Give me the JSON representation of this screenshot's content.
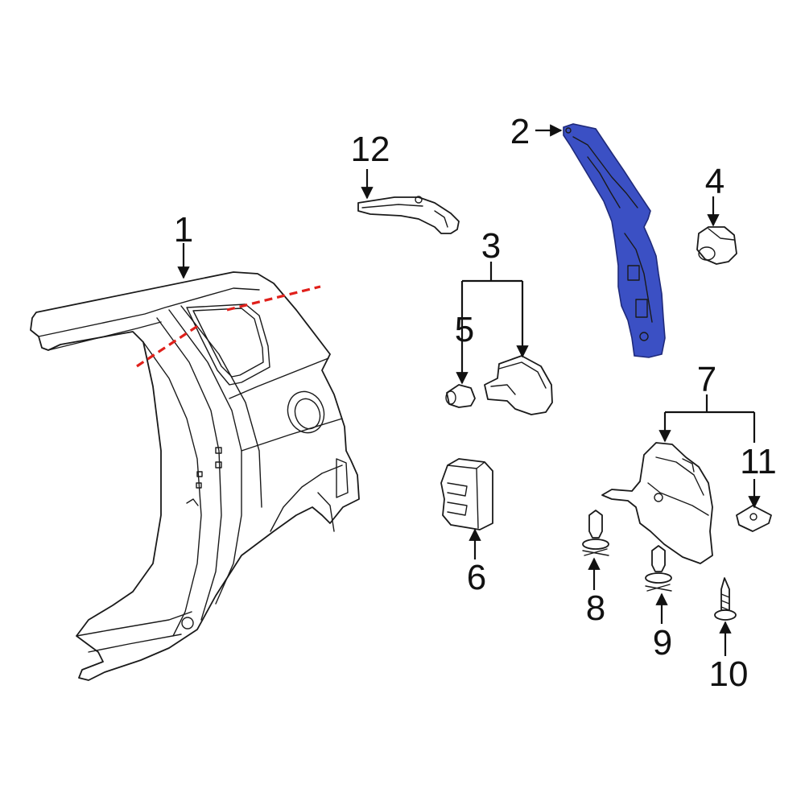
{
  "colors": {
    "highlight_fill": "#3b50c4",
    "highlight_stroke": "#1f2a7a",
    "cut_line": "#e0201b",
    "line": "#1a1a1a",
    "background": "#ffffff"
  },
  "callouts": {
    "c1": "1",
    "c2": "2",
    "c3": "3",
    "c4": "4",
    "c5": "5",
    "c6": "6",
    "c7": "7",
    "c8": "8",
    "c9": "9",
    "c10": "10",
    "c11": "11",
    "c12": "12"
  },
  "highlighted_part": "2"
}
